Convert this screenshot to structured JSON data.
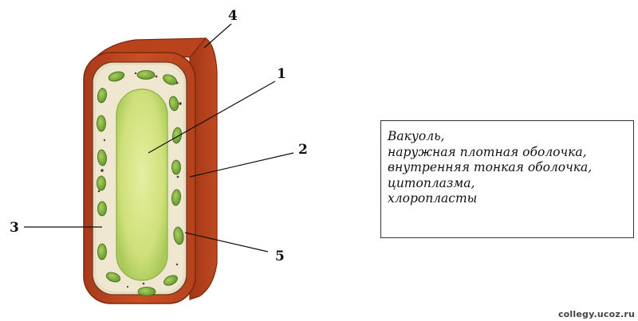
{
  "diagram": {
    "callouts": [
      "1",
      "2",
      "3",
      "4",
      "5"
    ],
    "legend": [
      "Вакуоль,",
      "наружная плотная оболочка,",
      "внутренняя тонкая оболочка,",
      "цитоплазма,",
      "хлоропласты"
    ],
    "watermark": "collegy.ucoz.ru"
  },
  "colors": {
    "outer_wall": "#c2461f",
    "wall_edge": "#8a2c12",
    "cytoplasm": "#efe7cf",
    "vacuole": "#cfe07a",
    "chloroplast": "#7fae3c",
    "granule": "#5a3a2a"
  }
}
